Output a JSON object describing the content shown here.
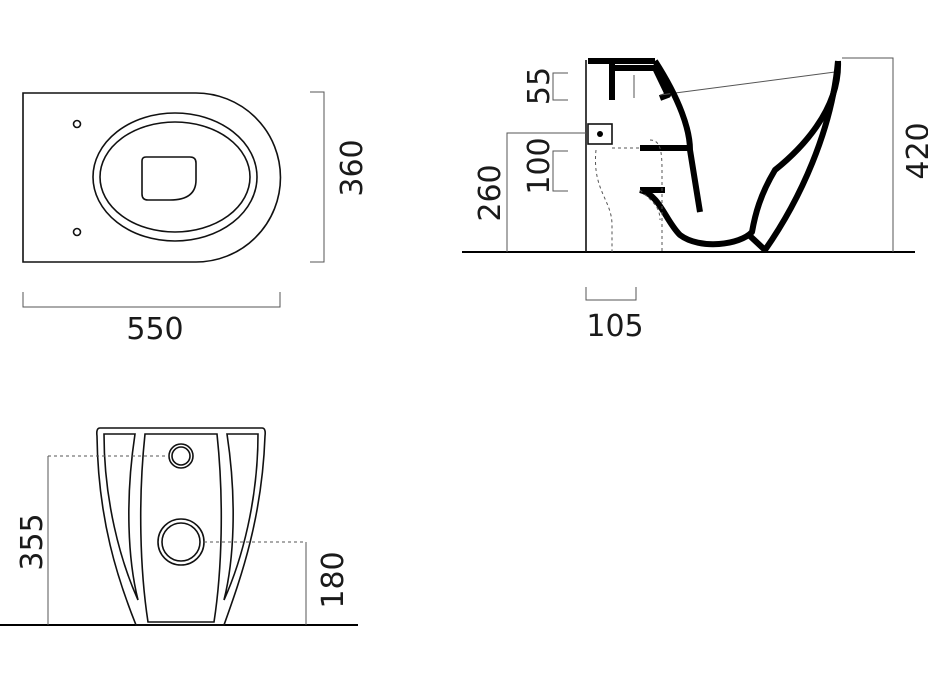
{
  "dimensions": {
    "top_width": "550",
    "top_depth": "360",
    "side_seat_thickness": "55",
    "side_inlet_height": "100",
    "side_inlet_elevation": "260",
    "side_total_height": "420",
    "side_outlet_offset": "105",
    "front_inlet_elevation": "355",
    "front_outlet_elevation": "180"
  },
  "colors": {
    "line": "#000000",
    "dimension": "#555555"
  }
}
